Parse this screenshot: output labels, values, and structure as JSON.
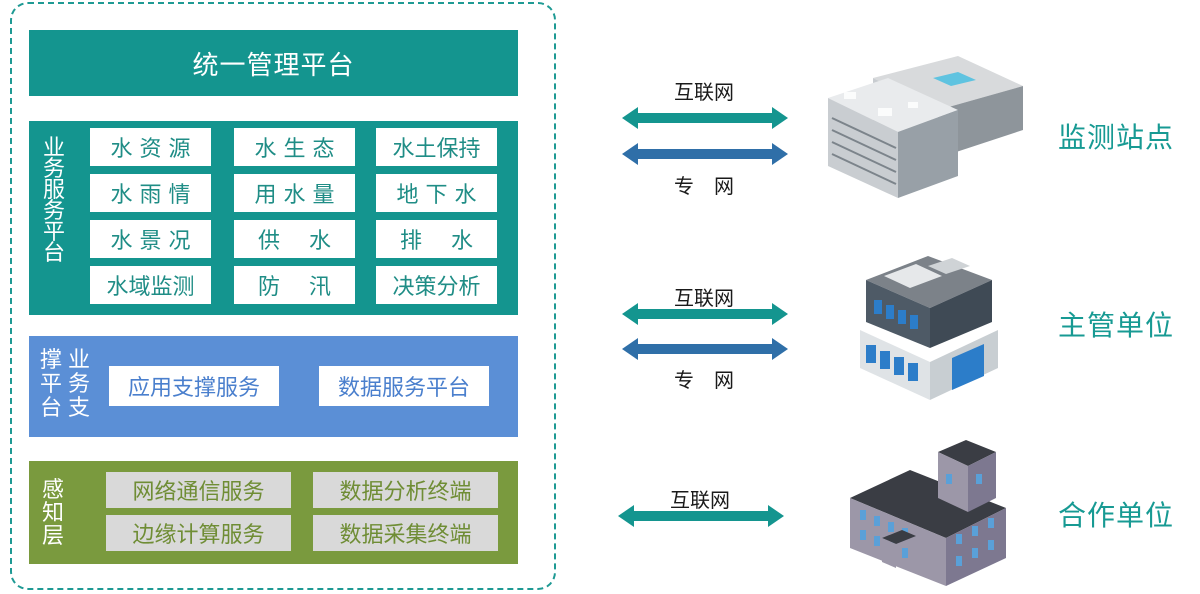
{
  "top_bar": {
    "title": "统一管理平台"
  },
  "business_platform": {
    "label": [
      "业",
      "务",
      "服",
      "务",
      "平",
      "台"
    ],
    "cells": [
      [
        "水 资 源",
        "水 生 态",
        "水土保持"
      ],
      [
        "水 雨 情",
        "用 水 量",
        "地 下 水"
      ],
      [
        "水 景 况",
        "供　 水",
        "排　 水"
      ],
      [
        "水域监测",
        "防　 汛",
        "决策分析"
      ]
    ]
  },
  "support_platform": {
    "label_col1": [
      "撑",
      "平",
      "台"
    ],
    "label_col2": [
      "业",
      "务",
      "支"
    ],
    "boxes": [
      "应用支撑服务",
      "数据服务平台"
    ]
  },
  "sensing_layer": {
    "label": [
      "感",
      "知",
      "层"
    ],
    "boxes": [
      [
        "网络通信服务",
        "数据分析终端"
      ],
      [
        "边缘计算服务",
        "数据采集终端"
      ]
    ]
  },
  "connections": [
    {
      "top_label": "互联网",
      "bottom_label": "专　网",
      "site": "监测站点"
    },
    {
      "top_label": "互联网",
      "bottom_label": "专　网",
      "site": "主管单位"
    },
    {
      "top_label": "互联网",
      "site": "合作单位"
    }
  ],
  "colors": {
    "teal": "#14958f",
    "blue_arrow": "#2f6fa8",
    "support_blue": "#5b8fd6",
    "olive": "#7a9a3e",
    "gray_box": "#d9d9d9"
  },
  "icons": [
    "building-monitoring-station-icon",
    "building-authority-icon",
    "building-partner-icon"
  ]
}
